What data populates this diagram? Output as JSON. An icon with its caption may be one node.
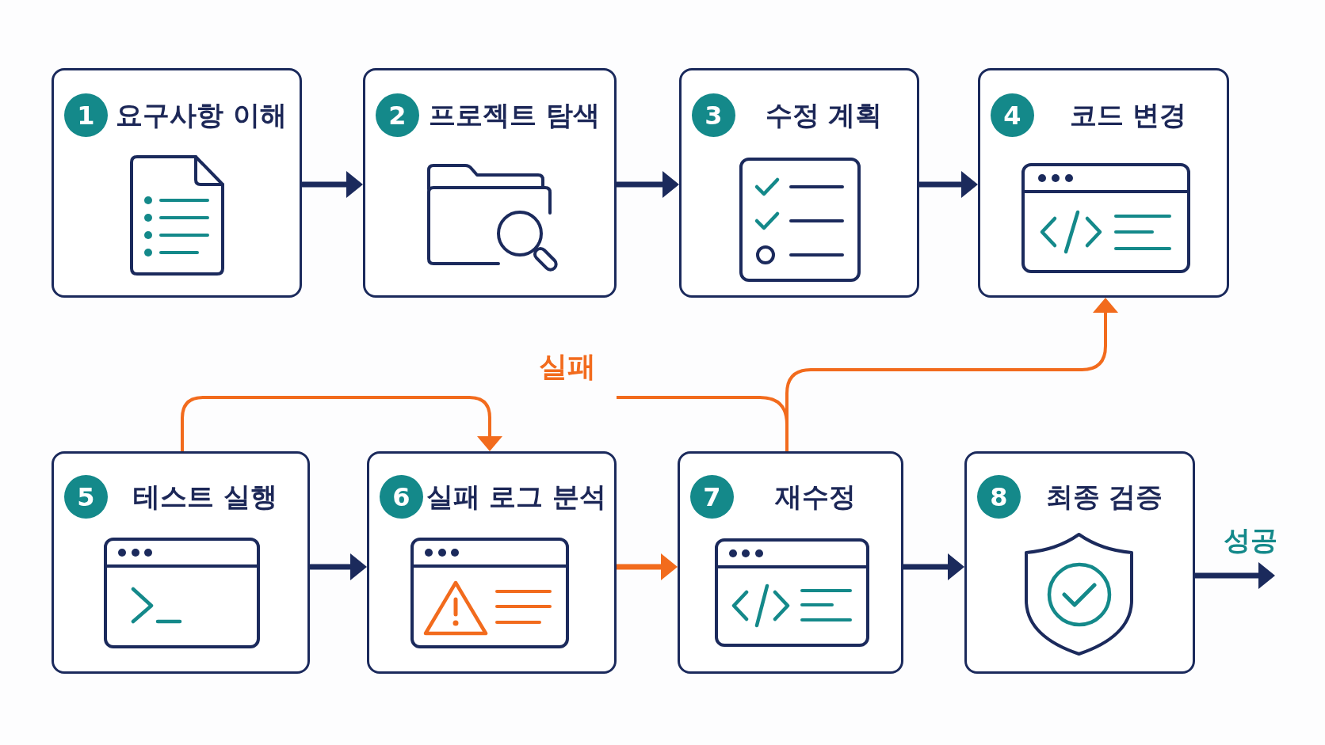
{
  "diagram": {
    "nodes": [
      {
        "text": [
          "1",
          "요구사항 이해"
        ]
      },
      {
        "text": [
          "2",
          "프로젝트 탐색"
        ]
      },
      {
        "text": [
          "3",
          "수정 계획"
        ]
      },
      {
        "text": [
          "4",
          "코드 변경"
        ]
      },
      {
        "text": [
          "5",
          "테스트 실행"
        ]
      },
      {
        "text": [
          "6",
          "실패 로그 분석"
        ]
      },
      {
        "text": [
          "7",
          "재수정"
        ]
      },
      {
        "text": [
          "8",
          "최종 검증"
        ]
      }
    ],
    "edges": [
      {
        "from": 0,
        "to": 1,
        "arrow": "to"
      },
      {
        "from": 1,
        "to": 2,
        "arrow": "to"
      },
      {
        "from": 2,
        "to": 3,
        "arrow": "to"
      },
      {
        "from": 4,
        "to": 5,
        "arrow": "to"
      },
      {
        "from": 5,
        "to": 6,
        "arrow": "to",
        "color": "#f26b1d"
      },
      {
        "from": 6,
        "to": 7,
        "arrow": "to"
      },
      {
        "from": 7,
        "to": null,
        "arrow": "to",
        "label": "성공"
      },
      {
        "from": 4,
        "to": 5,
        "arrow": "to",
        "color": "#f26b1d"
      },
      {
        "from": null,
        "to": 6,
        "arrow": "none",
        "color": "#f26b1d"
      },
      {
        "from": 6,
        "to": 3,
        "arrow": "to",
        "color": "#f26b1d"
      }
    ],
    "labels": [
      "실패"
    ]
  }
}
